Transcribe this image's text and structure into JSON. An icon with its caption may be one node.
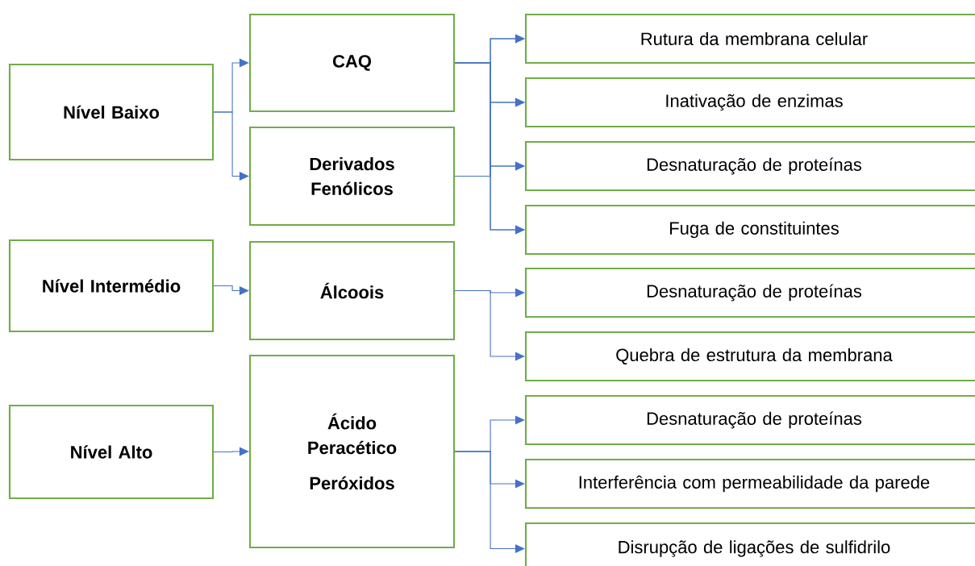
{
  "diagram": {
    "nodes": [
      {
        "text": [
          "Nível Baixo"
        ]
      },
      {
        "text": [
          "CAQ"
        ]
      },
      {
        "text": [
          "Derivados Fenólicos"
        ]
      },
      {
        "text": [
          "Rutura da membrana celular"
        ]
      },
      {
        "text": [
          "Inativação de enzimas"
        ]
      },
      {
        "text": [
          "Desnaturação de proteínas"
        ]
      },
      {
        "text": [
          "Fuga de constituintes"
        ]
      },
      {
        "text": [
          "Nível Intermédio"
        ]
      },
      {
        "text": [
          "Álcoois"
        ]
      },
      {
        "text": [
          "Desnaturação de proteínas"
        ]
      },
      {
        "text": [
          "Quebra de estrutura da membrana"
        ]
      },
      {
        "text": [
          "Nível Alto"
        ]
      },
      {
        "text": [
          "Ácido Peracético",
          "Peróxidos"
        ]
      },
      {
        "text": [
          "Desnaturação de proteínas"
        ]
      },
      {
        "text": [
          "Interferência com permeabilidade da parede"
        ]
      },
      {
        "text": [
          "Disrupção de ligações de sulfidrilo"
        ]
      }
    ],
    "edges": [
      {
        "from": 0,
        "to": 1,
        "arrow": "to"
      },
      {
        "from": 0,
        "to": 2,
        "arrow": "to"
      },
      {
        "from": 1,
        "to": 3,
        "arrow": "to"
      },
      {
        "from": 1,
        "to": 4,
        "arrow": "to"
      },
      {
        "from": 1,
        "to": 5,
        "arrow": "to"
      },
      {
        "from": 1,
        "to": 6,
        "arrow": "to"
      },
      {
        "from": 2,
        "to": 3,
        "arrow": "to"
      },
      {
        "from": 2,
        "to": 4,
        "arrow": "to"
      },
      {
        "from": 2,
        "to": 5,
        "arrow": "to"
      },
      {
        "from": 2,
        "to": 6,
        "arrow": "to"
      },
      {
        "from": 7,
        "to": 8,
        "arrow": "to"
      },
      {
        "from": 8,
        "to": 9,
        "arrow": "to"
      },
      {
        "from": 8,
        "to": 10,
        "arrow": "to"
      },
      {
        "from": 11,
        "to": 12,
        "arrow": "to"
      },
      {
        "from": 12,
        "to": 13,
        "arrow": "to"
      },
      {
        "from": 12,
        "to": 14,
        "arrow": "to"
      },
      {
        "from": 12,
        "to": 15,
        "arrow": "to"
      }
    ]
  }
}
